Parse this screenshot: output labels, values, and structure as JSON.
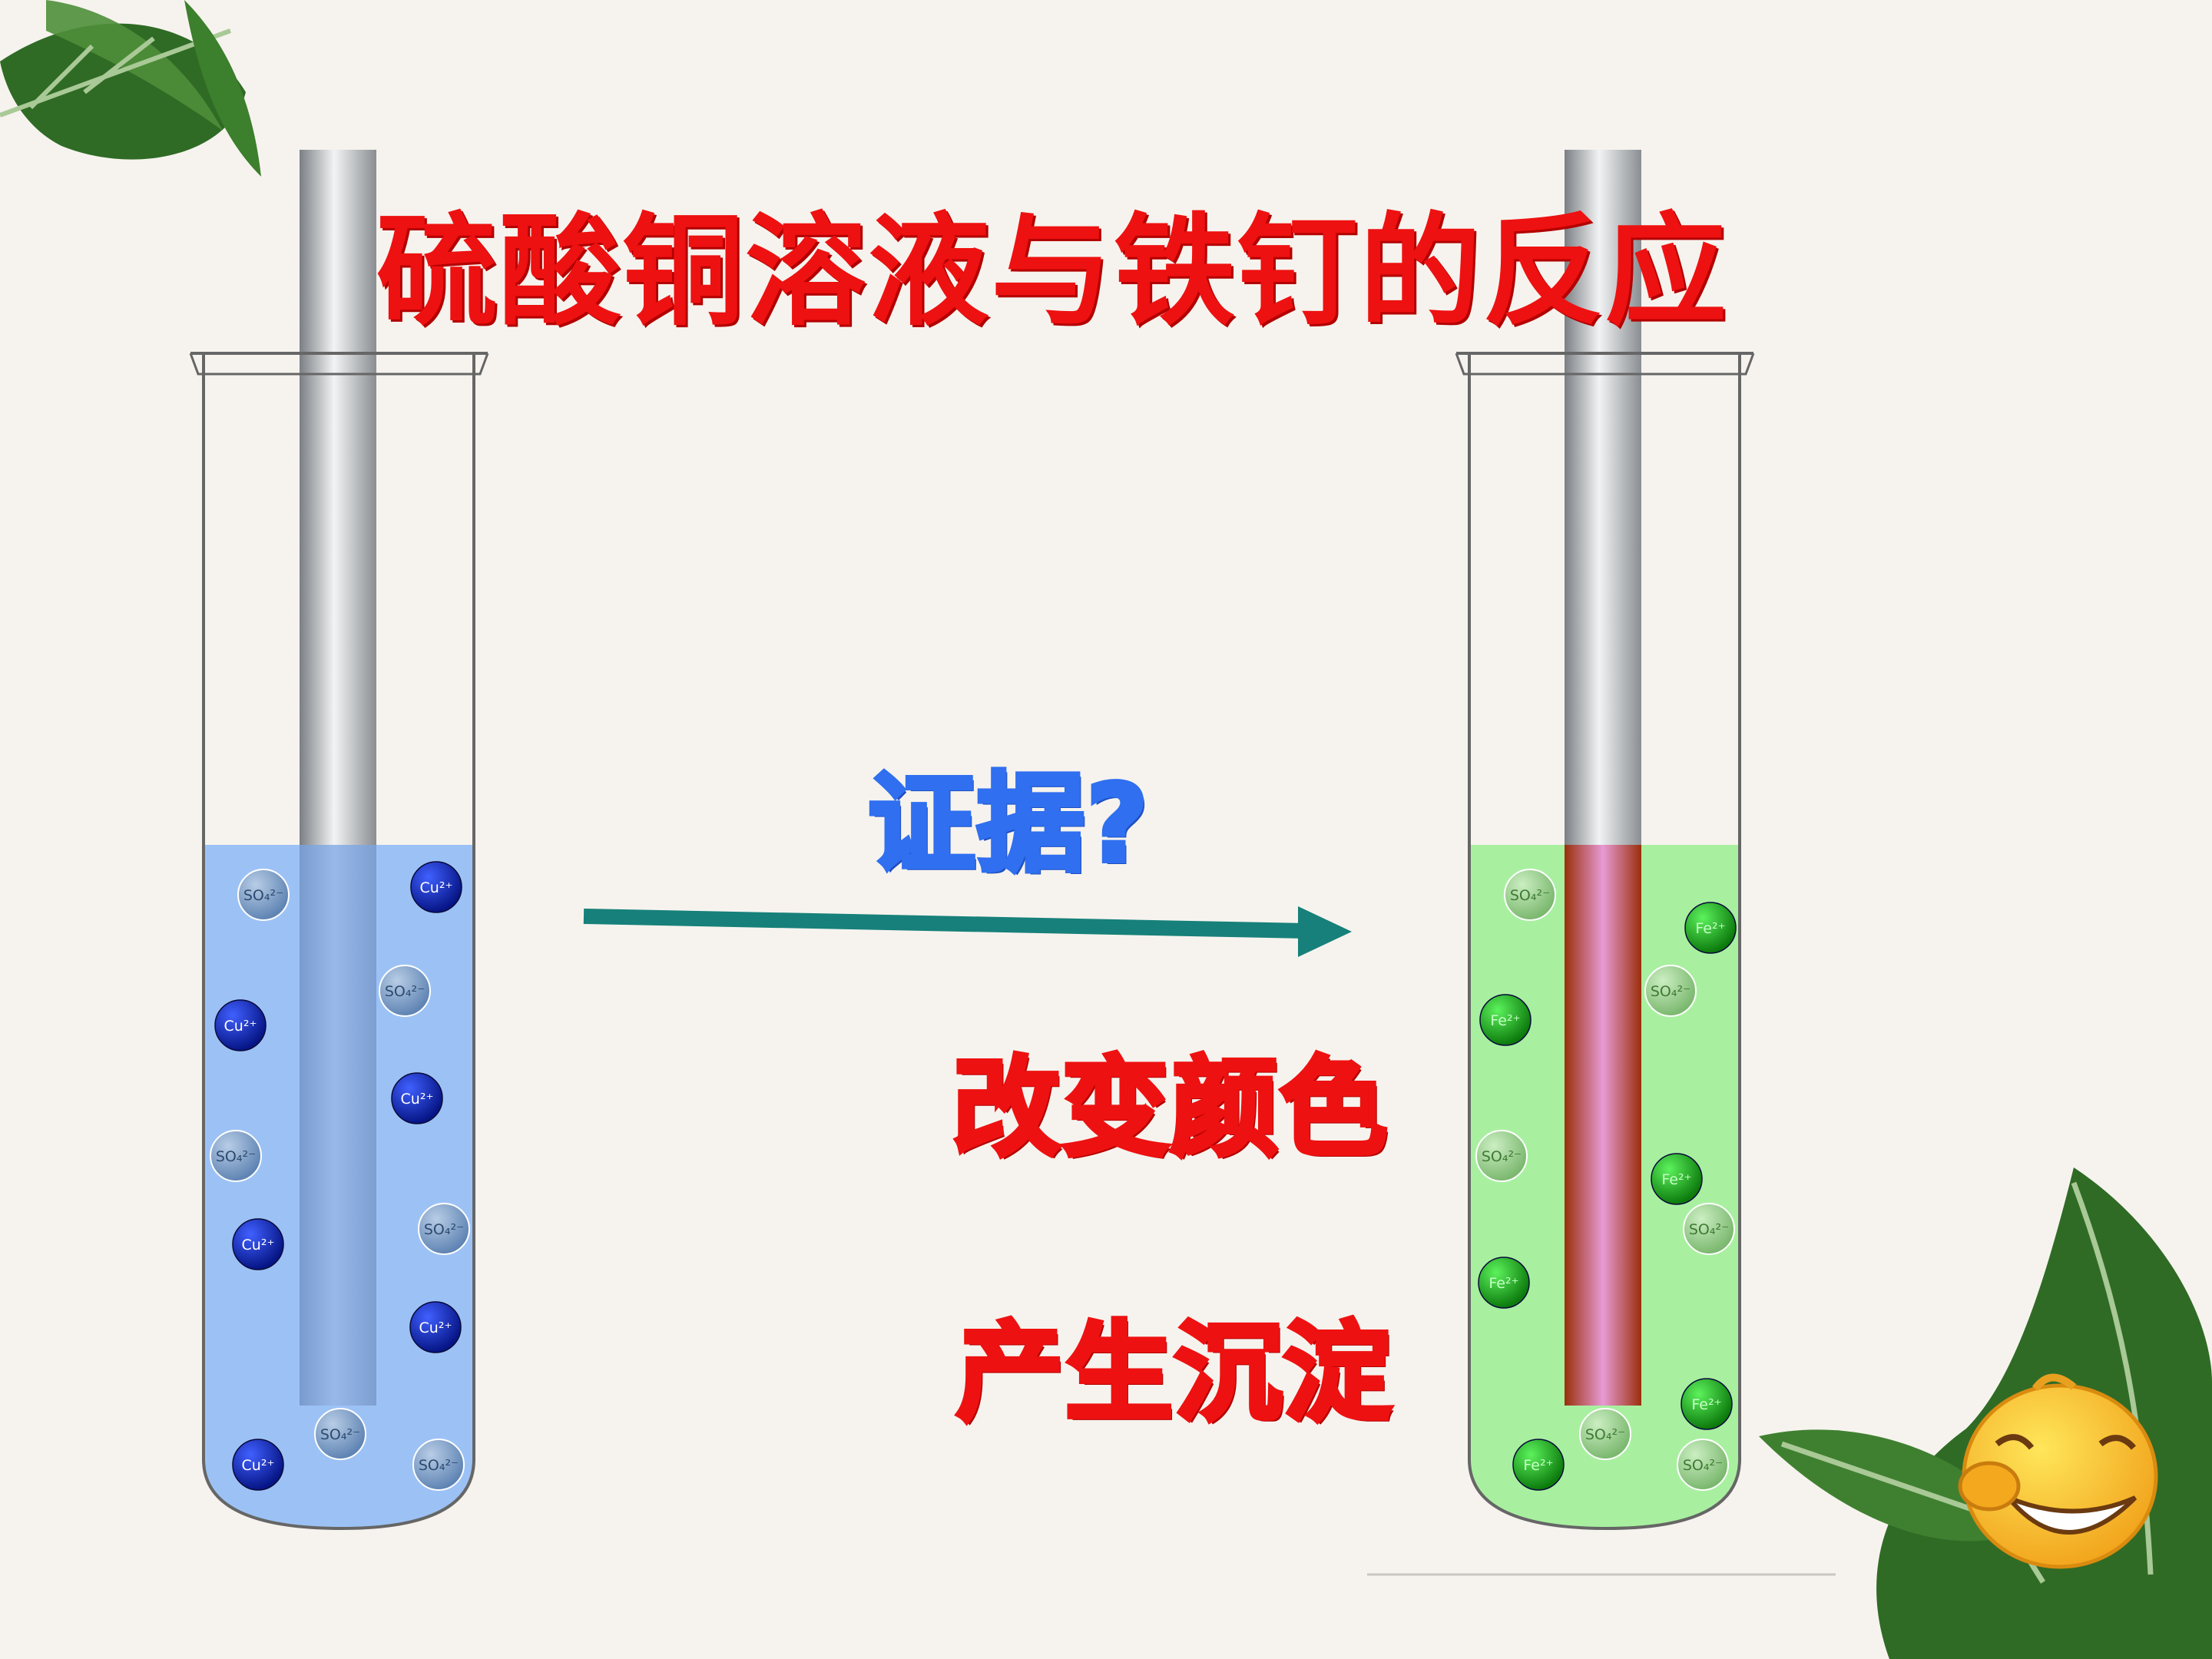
{
  "slide": {
    "title": "硫酸铜溶液与铁钉的反应",
    "question": "证据?",
    "observations": [
      "改变颜色",
      "产生沉淀"
    ]
  },
  "ion_labels": {
    "copper": "Cu²⁺",
    "sulfate": "SO₄²⁻",
    "iron": "Fe²⁺"
  },
  "colors": {
    "title_red": "#ee1111",
    "question_blue": "#2f6ff0",
    "copper_sulfate_solution": "#9cc2f5",
    "ferrous_sulfate_solution": "#a8f0a0",
    "copper_ion": "#0a1f9e",
    "iron_ion": "#1aa31a",
    "sulfate_ion": "#7c9ec8",
    "deposited_copper": "#a63a10",
    "arrow": "#17807a",
    "leaf": "#3d7a2e"
  },
  "icons": [
    "leaf-decoration-icon",
    "laughing-emoji-icon",
    "reaction-arrow-icon"
  ]
}
